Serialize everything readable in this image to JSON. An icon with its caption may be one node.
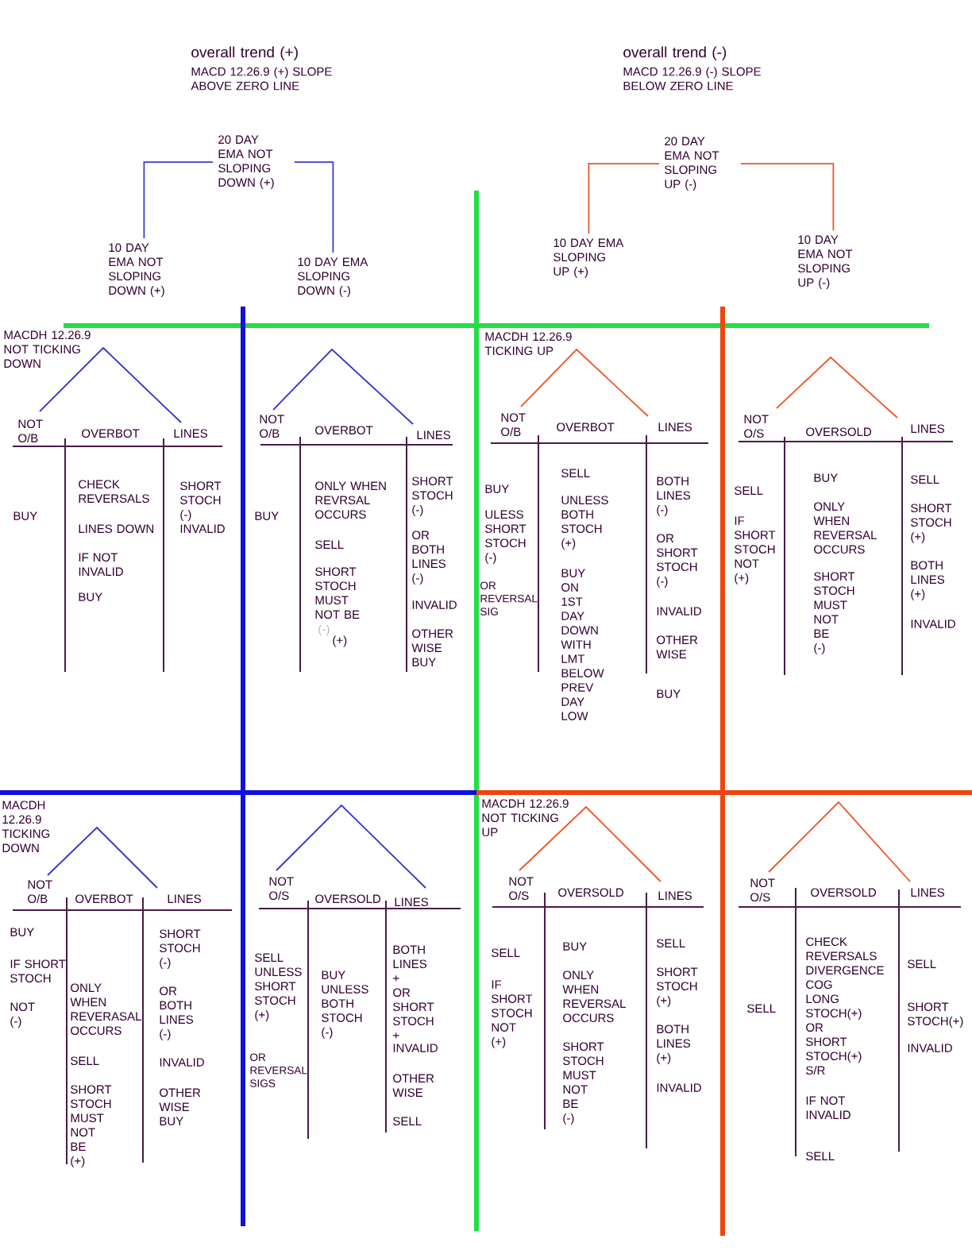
{
  "diagram": {
    "nodes": [
      {
        "text": [
          "20 DAY EMA NOT SLOPING DOWN (+)"
        ]
      },
      {
        "text": [
          "10 DAY EMA NOT SLOPING DOWN (+)"
        ]
      },
      {
        "text": [
          "10 DAY EMA SLOPING DOWN (-)"
        ]
      },
      {
        "text": [
          "20 DAY EMA NOT SLOPING UP (-)"
        ]
      },
      {
        "text": [
          "10 DAY EMA SLOPING UP (+)"
        ]
      },
      {
        "text": [
          "10 DAY EMA NOT SLOPING UP (-)"
        ]
      }
    ],
    "edges": [
      {
        "from": 0,
        "to": 1,
        "arrow": "none",
        "color": "#3c3ccc"
      },
      {
        "from": 0,
        "to": 2,
        "arrow": "none",
        "color": "#3c3ccc"
      },
      {
        "from": 3,
        "to": 4,
        "arrow": "none",
        "color": "#e8572a"
      },
      {
        "from": 3,
        "to": 5,
        "arrow": "none",
        "color": "#e8572a"
      }
    ],
    "labels": [
      "overall trend (+)",
      "MACD 12.26.9 (+) SLOPE ABOVE ZERO LINE",
      "overall trend (-)",
      "MACD 12.26.9 (-) SLOPE BELOW ZERO LINE",
      "MACDH 12.26.9 NOT TICKING DOWN",
      "NOT O/B",
      "OVERBOT",
      "LINES",
      "BUY",
      "CHECK REVERSALS",
      "LINES DOWN",
      "IF NOT INVALID",
      "BUY",
      "SHORT STOCH (-) INVALID",
      "NOT O/B",
      "OVERBOT",
      "LINES",
      "BUY",
      "ONLY WHEN REVRSAL OCCURS",
      "SELL",
      "SHORT STOCH MUST NOT BE",
      "(-)",
      "(+)",
      "SHORT STOCH (-)",
      "OR BOTH LINES (-)",
      "INVALID",
      "OTHER WISE BUY",
      "MACDH 12.26.9 TICKING UP",
      "NOT O/B",
      "OVERBOT",
      "LINES",
      "BUY",
      "ULESS SHORT STOCH (-)",
      "OR REVERSAL SIG",
      "SELL",
      "UNLESS BOTH STOCH (+)",
      "BUY ON 1ST DAY DOWN WITH LMT BELOW PREV DAY LOW",
      "BOTH LINES (-)",
      "OR SHORT STOCH (-)",
      "INVALID",
      "OTHER WISE",
      "BUY",
      "NOT O/S",
      "OVERSOLD",
      "LINES",
      "SELL",
      "IF SHORT STOCH NOT (+)",
      "BUY",
      "ONLY WHEN REVERSAL OCCURS",
      "SHORT STOCH MUST NOT BE (-)",
      "SELL",
      "SHORT STOCH (+)",
      "BOTH LINES (+)",
      "INVALID",
      "MACDH 12.26.9 TICKING DOWN",
      "NOT O/B",
      "OVERBOT",
      "LINES",
      "BUY",
      "IF SHORT STOCH",
      "NOT (-)",
      "ONLY WHEN REVERASAL OCCURS",
      "SELL",
      "SHORT STOCH MUST NOT BE (+)",
      "SHORT STOCH (-)",
      "OR BOTH LINES (-)",
      "INVALID",
      "OTHER WISE BUY",
      "NOT O/S",
      "OVERSOLD",
      "LINES",
      "SELL UNLESS SHORT STOCH (+)",
      "OR REVERSAL SIGS",
      "BUY UNLESS BOTH STOCH (-)",
      "BOTH LINES + OR SHORT STOCH +",
      "INVALID",
      "OTHER WISE",
      "SELL",
      "MACDH 12.26.9 NOT TICKING UP",
      "NOT O/S",
      "OVERSOLD",
      "LINES",
      "SELL",
      "IF SHORT STOCH NOT (+)",
      "BUY",
      "ONLY WHEN REVERSAL OCCURS",
      "SHORT STOCH MUST NOT BE (-)",
      "SELL",
      "SHORT STOCH (+)",
      "BOTH LINES (+)",
      "INVALID",
      "NOT O/S",
      "OVERSOLD",
      "LINES",
      "SELL",
      "CHECK REVERSALS DIVERGENCE COG LONG STOCH(+) OR SHORT STOCH(+) S/R",
      "IF NOT INVALID",
      "SELL",
      "SELL",
      "SHORT STOCH(+)",
      "INVALID"
    ]
  }
}
